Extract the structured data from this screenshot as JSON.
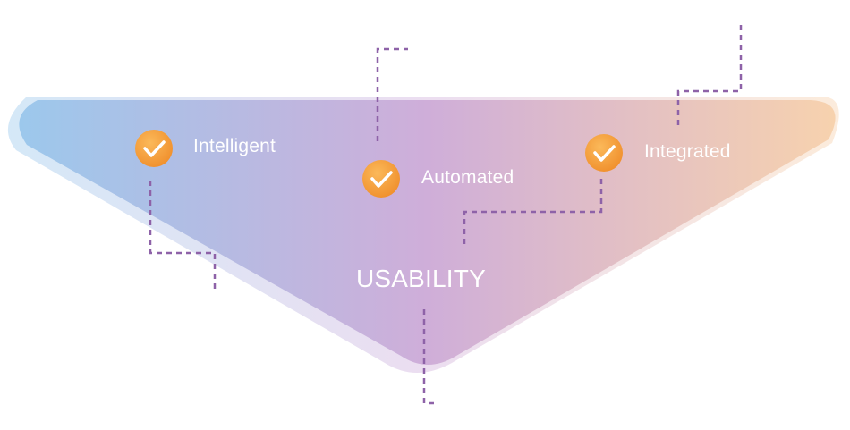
{
  "diagram": {
    "center_label": "USABILITY",
    "items": [
      {
        "label": "Intelligent",
        "icon": "check-circle-icon"
      },
      {
        "label": "Automated",
        "icon": "check-circle-icon"
      },
      {
        "label": "Integrated",
        "icon": "check-circle-icon"
      }
    ]
  },
  "colors": {
    "gradient_left": "#9cc8ec",
    "gradient_mid": "#cfaed9",
    "gradient_right": "#f7d2ae",
    "check_circle": "#f7a03c",
    "dashed_line": "#8e62a8",
    "text": "#ffffff"
  }
}
